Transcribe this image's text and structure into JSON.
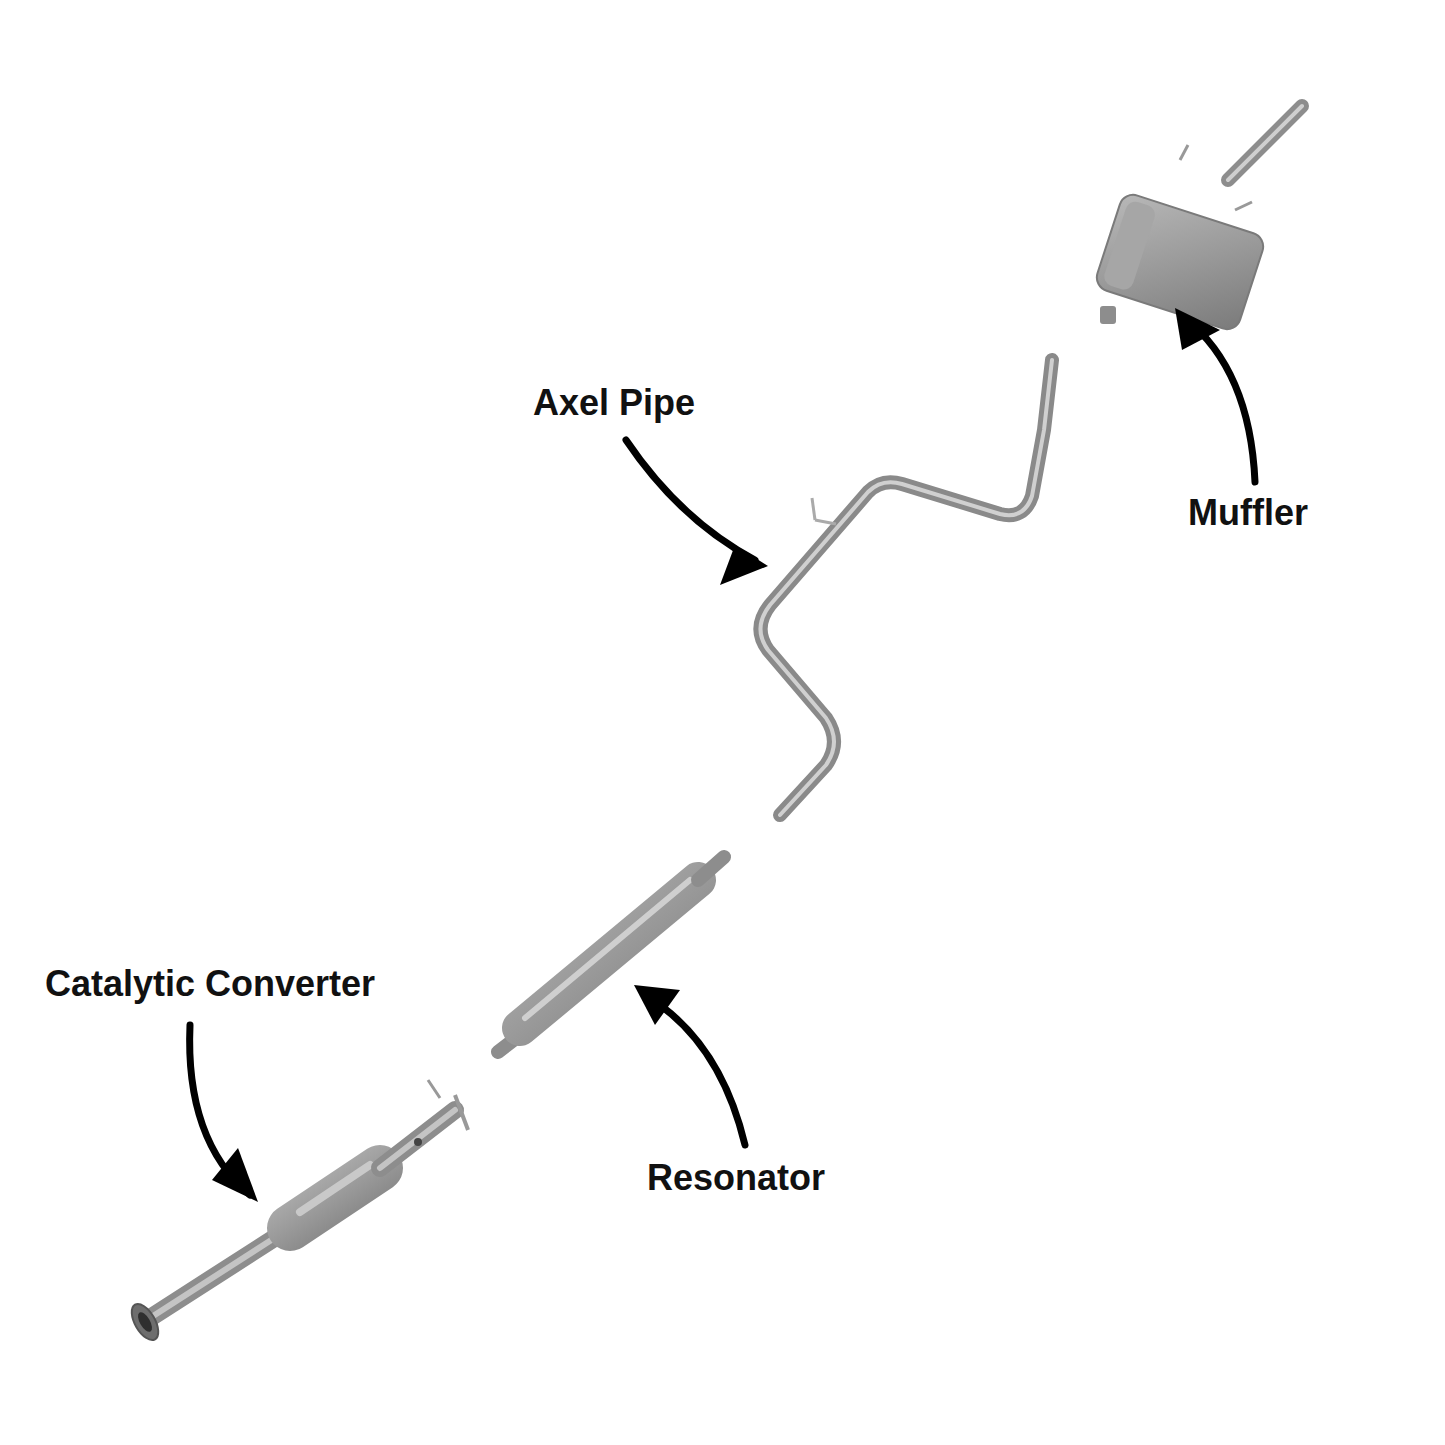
{
  "diagram": {
    "labels": [
      "Axel Pipe",
      "Muffler",
      "Catalytic Converter",
      "Resonator"
    ]
  }
}
